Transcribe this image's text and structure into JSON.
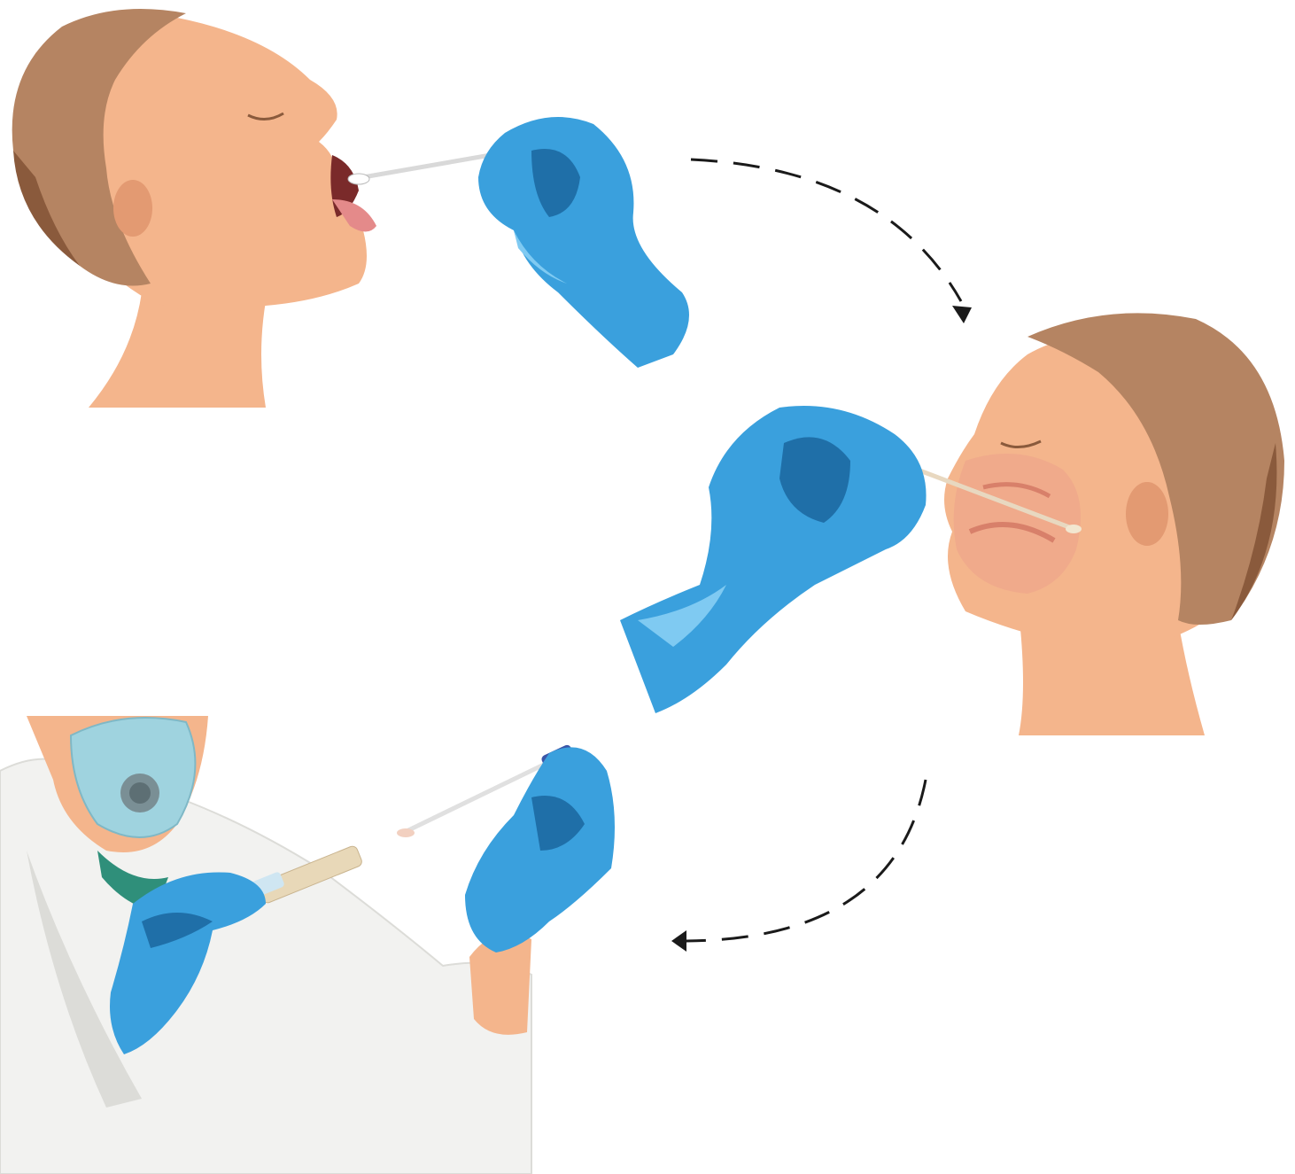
{
  "figure": {
    "steps": [
      {
        "id": "oropharyngeal",
        "icon": "oral-swab-scene"
      },
      {
        "id": "nasopharyngeal",
        "icon": "nasal-swab-scene"
      },
      {
        "id": "sample-tube",
        "icon": "lab-worker-tube-scene"
      }
    ],
    "arrows": [
      {
        "from": "oropharyngeal",
        "to": "nasopharyngeal",
        "style": "dashed"
      },
      {
        "from": "nasopharyngeal",
        "to": "sample-tube",
        "style": "dashed"
      }
    ],
    "colors": {
      "skin": "#f4b58c",
      "skin_shade": "#e39a72",
      "hair": "#b58462",
      "hair_dark": "#8a5a3c",
      "glove": "#3aa0dd",
      "glove_dark": "#1f6fa8",
      "glove_light": "#7fcaf2",
      "coat": "#f2f2f0",
      "coat_shade": "#dcdcd8",
      "mask": "#9fd3df",
      "scrubs": "#2f8f7a",
      "arrow": "#1a1a1a"
    }
  }
}
